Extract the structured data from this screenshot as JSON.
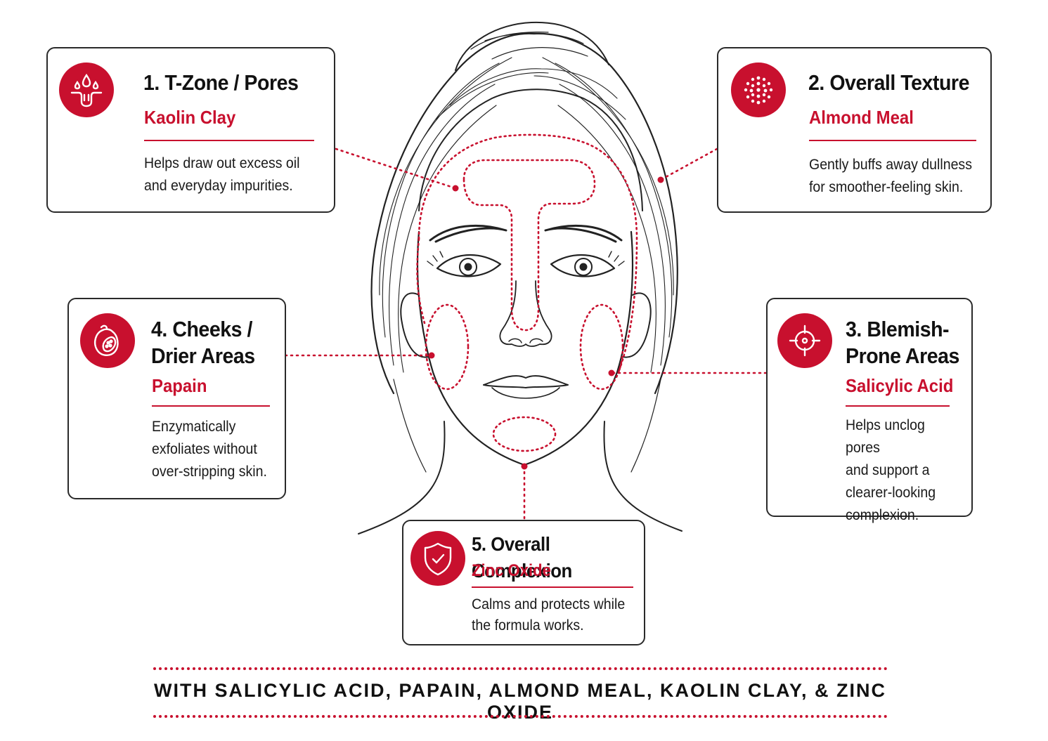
{
  "colors": {
    "accent": "#c8102e",
    "outline": "#2a2a2a",
    "text": "#111111"
  },
  "illustration": {
    "name": "face-line-drawing"
  },
  "cards": [
    {
      "id": "tzone",
      "icon": "droplets-pores-icon",
      "title_lines": [
        "1. T-Zone / Pores"
      ],
      "ingredient": "Kaolin Clay",
      "desc_lines": [
        "Helps draw out excess oil",
        "and everyday impurities."
      ]
    },
    {
      "id": "texture",
      "icon": "dotted-texture-icon",
      "title_lines": [
        "2. Overall Texture"
      ],
      "ingredient": "Almond Meal",
      "desc_lines": [
        "Gently buffs away dullness",
        "for smoother-feeling skin."
      ]
    },
    {
      "id": "blemish",
      "icon": "target-crosshair-icon",
      "title_lines": [
        "3. Blemish-",
        "Prone Areas"
      ],
      "ingredient": "Salicylic Acid",
      "desc_lines": [
        "Helps unclog pores",
        "and support a",
        "clearer-looking",
        "complexion."
      ]
    },
    {
      "id": "cheeks",
      "icon": "papaya-icon",
      "title_lines": [
        "4. Cheeks /",
        "Drier Areas"
      ],
      "ingredient": "Papain",
      "desc_lines": [
        "Enzymatically",
        "exfoliates without",
        "over-stripping skin."
      ]
    },
    {
      "id": "complexion",
      "icon": "shield-check-icon",
      "title_lines": [
        "5. Overall Complexion"
      ],
      "ingredient": "Zinc Oxide",
      "desc_lines": [
        "Calms and protects while",
        "the formula works."
      ]
    }
  ],
  "footer": {
    "text": "WITH SALICYLIC ACID, PAPAIN, ALMOND MEAL, KAOLIN CLAY, & ZINC OXIDE"
  }
}
